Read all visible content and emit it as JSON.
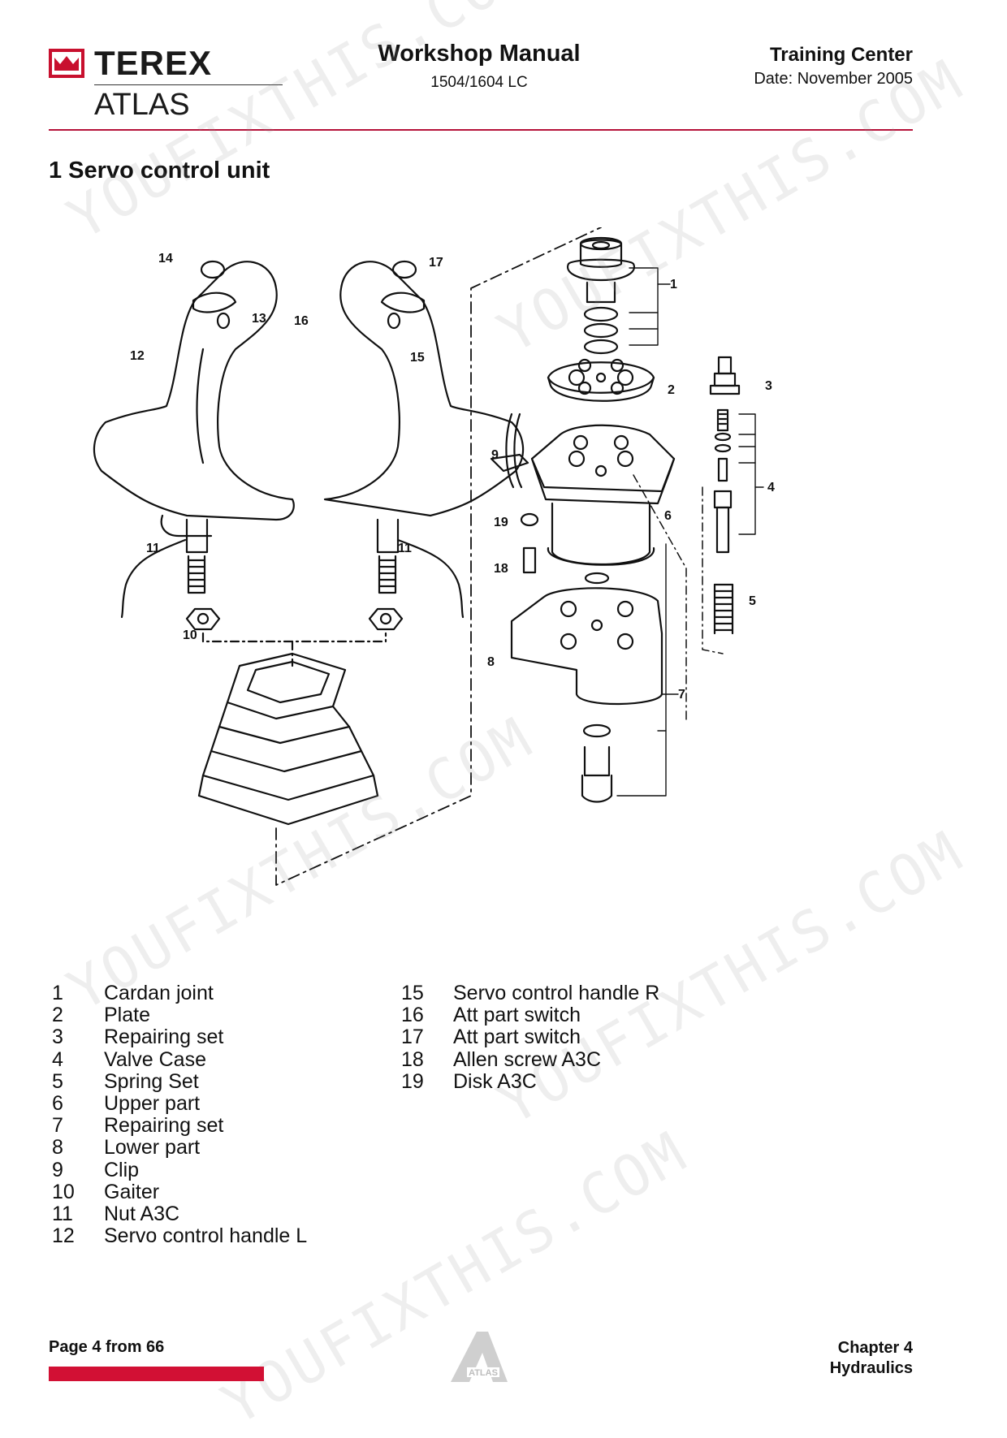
{
  "header": {
    "brand": "TEREX",
    "brand_sub": "ATLAS",
    "title": "Workshop Manual",
    "model": "1504/1604 LC",
    "right_title": "Training Center",
    "date": "Date: November 2005"
  },
  "section_title": "1 Servo control unit",
  "callouts": [
    "1",
    "2",
    "3",
    "4",
    "5",
    "6",
    "7",
    "8",
    "9",
    "10",
    "11",
    "11",
    "12",
    "13",
    "14",
    "15",
    "16",
    "17",
    "18",
    "19"
  ],
  "parts_col1": [
    {
      "num": "1",
      "name": "Cardan joint"
    },
    {
      "num": "2",
      "name": "Plate"
    },
    {
      "num": "3",
      "name": "Repairing set"
    },
    {
      "num": "4",
      "name": "Valve Case"
    },
    {
      "num": "5",
      "name": "Spring Set"
    },
    {
      "num": "6",
      "name": "Upper part"
    },
    {
      "num": "7",
      "name": "Repairing set"
    },
    {
      "num": "8",
      "name": "Lower part"
    },
    {
      "num": "9",
      "name": "Clip"
    },
    {
      "num": "10",
      "name": "Gaiter"
    },
    {
      "num": "11",
      "name": "Nut A3C"
    },
    {
      "num": "12",
      "name": "Servo control handle L"
    }
  ],
  "parts_col2": [
    {
      "num": "15",
      "name": "Servo control handle R"
    },
    {
      "num": "16",
      "name": "Att part switch"
    },
    {
      "num": "17",
      "name": "Att part switch"
    },
    {
      "num": "18",
      "name": "Allen screw A3C"
    },
    {
      "num": "19",
      "name": "Disk A3C"
    }
  ],
  "watermark": "YOUFIXTHIS.COM",
  "footer": {
    "page": "Page 4 from 66",
    "chapter": "Chapter 4",
    "section": "Hydraulics",
    "logo_text": "ATLAS"
  },
  "colors": {
    "brand_red": "#c8102e",
    "rule": "#b5123a",
    "footer_bar": "#d21034"
  }
}
